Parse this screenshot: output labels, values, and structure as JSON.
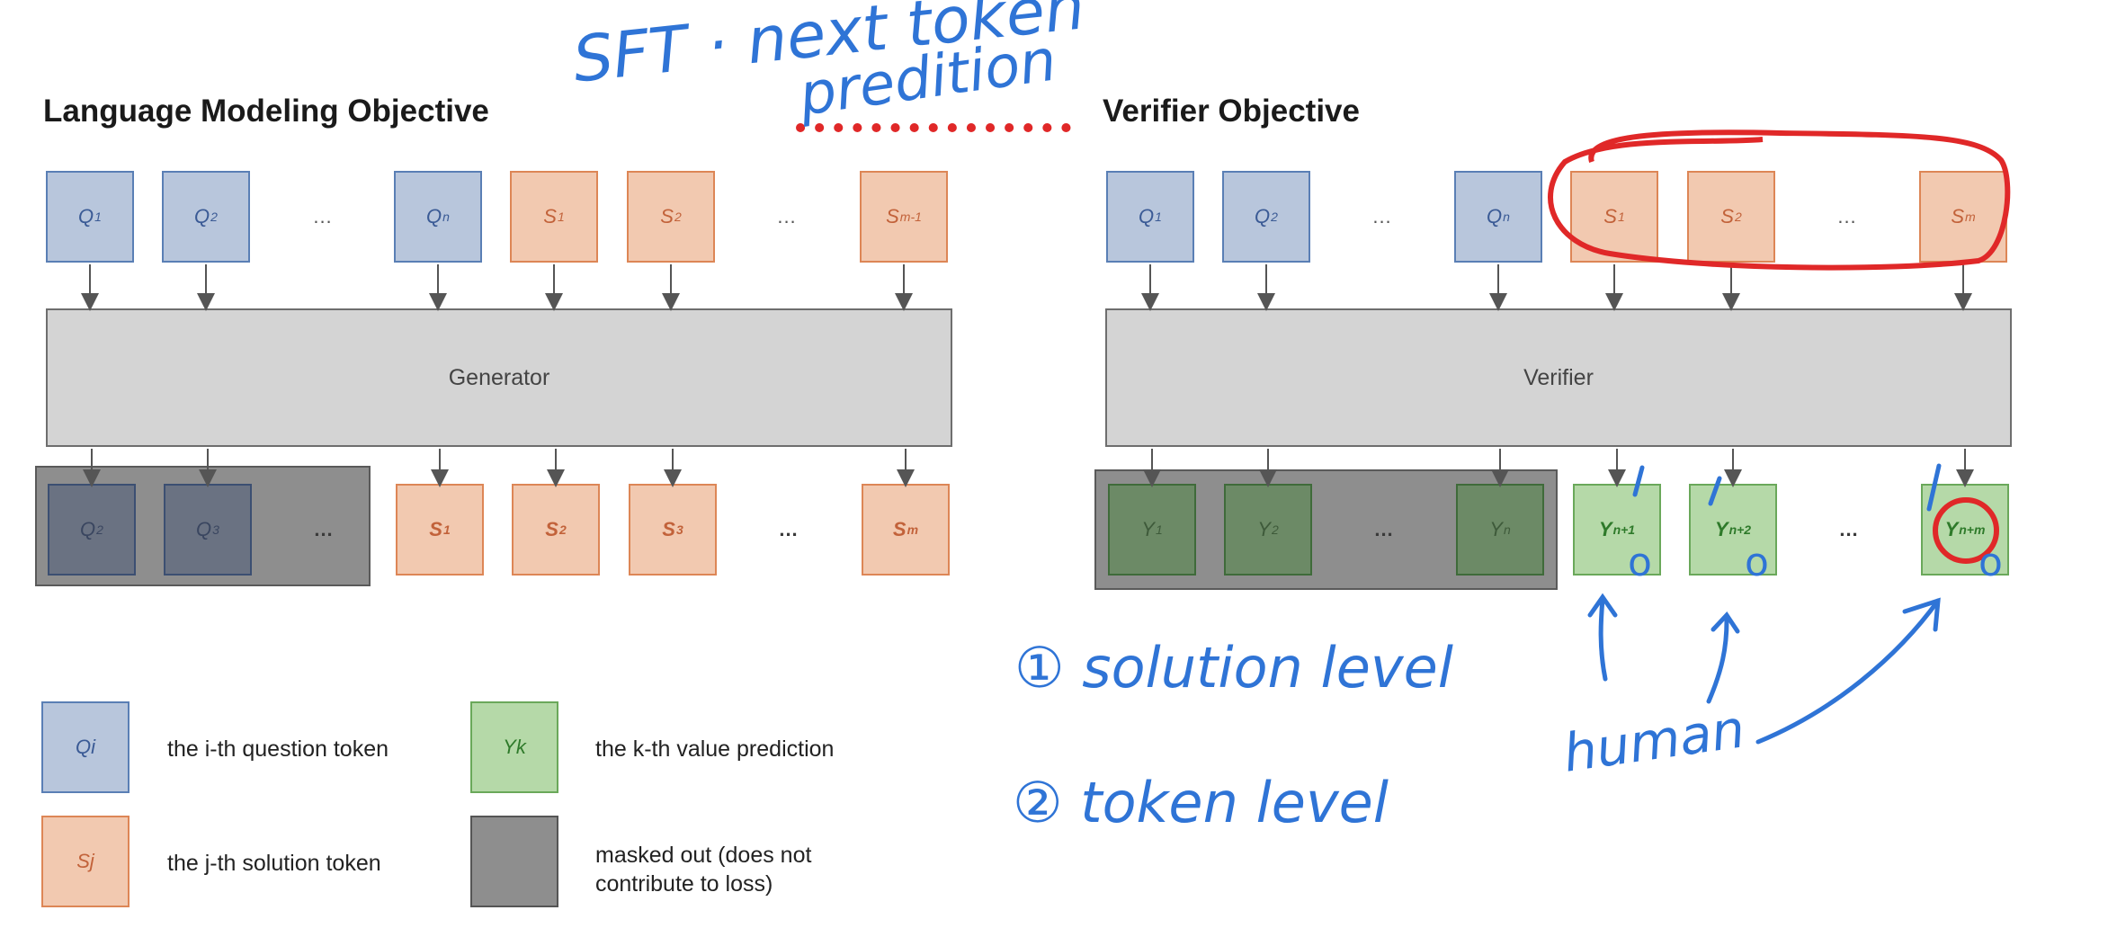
{
  "left": {
    "title": "Language Modeling Objective",
    "model_label": "Generator",
    "inputs": [
      {
        "kind": "q",
        "label": "Q",
        "sub": "1"
      },
      {
        "kind": "q",
        "label": "Q",
        "sub": "2"
      },
      {
        "kind": "dots",
        "label": "..."
      },
      {
        "kind": "q",
        "label": "Q",
        "sub": "n"
      },
      {
        "kind": "s",
        "label": "S",
        "sub": "1"
      },
      {
        "kind": "s",
        "label": "S",
        "sub": "2"
      },
      {
        "kind": "dots",
        "label": "..."
      },
      {
        "kind": "s",
        "label": "S",
        "sub": "m-1"
      }
    ],
    "outputs": [
      {
        "kind": "qm",
        "label": "Q",
        "sub": "2"
      },
      {
        "kind": "qm",
        "label": "Q",
        "sub": "3"
      },
      {
        "kind": "dots",
        "label": "..."
      },
      {
        "kind": "s",
        "label": "S",
        "sub": "1"
      },
      {
        "kind": "s",
        "label": "S",
        "sub": "2"
      },
      {
        "kind": "s",
        "label": "S",
        "sub": "3"
      },
      {
        "kind": "dots",
        "label": "..."
      },
      {
        "kind": "s",
        "label": "S",
        "sub": "m"
      }
    ]
  },
  "right": {
    "title": "Verifier Objective",
    "model_label": "Verifier",
    "inputs": [
      {
        "kind": "q",
        "label": "Q",
        "sub": "1"
      },
      {
        "kind": "q",
        "label": "Q",
        "sub": "2"
      },
      {
        "kind": "dots",
        "label": "..."
      },
      {
        "kind": "q",
        "label": "Q",
        "sub": "n"
      },
      {
        "kind": "s",
        "label": "S",
        "sub": "1"
      },
      {
        "kind": "s",
        "label": "S",
        "sub": "2"
      },
      {
        "kind": "dots",
        "label": "..."
      },
      {
        "kind": "s",
        "label": "S",
        "sub": "m"
      }
    ],
    "outputs": [
      {
        "kind": "ym",
        "label": "Y",
        "sub": "1"
      },
      {
        "kind": "ym",
        "label": "Y",
        "sub": "2"
      },
      {
        "kind": "dots",
        "label": "..."
      },
      {
        "kind": "ym",
        "label": "Y",
        "sub": "n"
      },
      {
        "kind": "y",
        "label": "Y",
        "sub": "n+1"
      },
      {
        "kind": "y",
        "label": "Y",
        "sub": "n+2"
      },
      {
        "kind": "dots",
        "label": "..."
      },
      {
        "kind": "y",
        "label": "Y",
        "sub": "n+m"
      }
    ]
  },
  "legend": {
    "q": {
      "label": "Q",
      "sub": "i",
      "text": "the i-th question token"
    },
    "s": {
      "label": "S",
      "sub": "j",
      "text": "the j-th solution token"
    },
    "y": {
      "label": "Y",
      "sub": "k",
      "text": "the k-th value prediction"
    },
    "mask": {
      "text": "masked out (does not contribute to loss)"
    }
  },
  "handwriting": {
    "sft_line1": "SFT · next token",
    "sft_line2": "predition",
    "solution_level": "① solution level",
    "token_level": "② token level",
    "human": "human",
    "mark_o": "o",
    "color": "#2f74d6",
    "highlight_color": "#e02828"
  }
}
